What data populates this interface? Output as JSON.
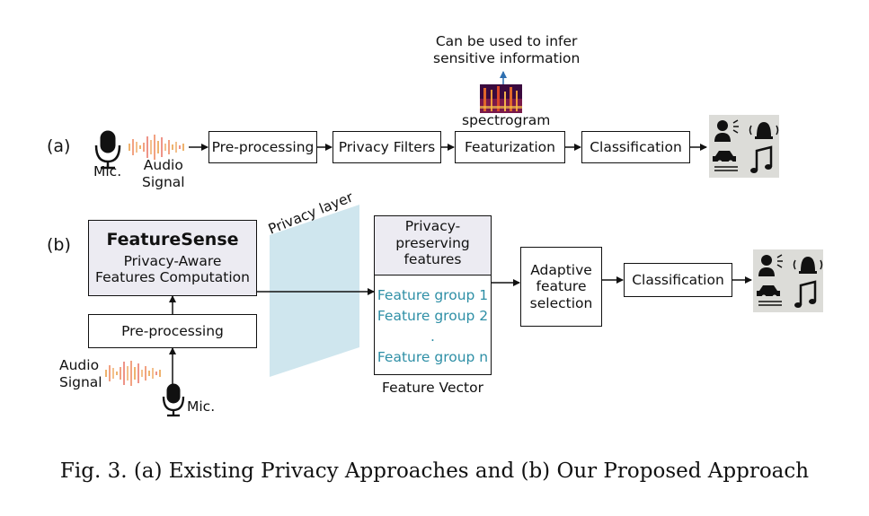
{
  "row_a": {
    "label": "(a)",
    "mic": "Mic.",
    "audio_signal_1": "Audio",
    "audio_signal_2": "Signal",
    "preprocessing": "Pre-processing",
    "privacy_filters": "Privacy Filters",
    "featurization": "Featurization",
    "classification": "Classification",
    "spectrogram": "spectrogram",
    "infer_1": "Can be used to infer",
    "infer_2": "sensitive information"
  },
  "row_b": {
    "label": "(b)",
    "featuresense_title": "FeatureSense",
    "featuresense_sub_1": "Privacy-Aware",
    "featuresense_sub_2": "Features Computation",
    "preprocessing": "Pre-processing",
    "audio_signal_1": "Audio",
    "audio_signal_2": "Signal",
    "mic": "Mic.",
    "privacy_layer": "Privacy layer",
    "ppf_header_1": "Privacy-",
    "ppf_header_2": "preserving",
    "ppf_header_3": "features",
    "feature_groups": [
      "Feature group 1",
      "Feature group 2",
      ".",
      "Feature group n"
    ],
    "feature_vector": "Feature Vector",
    "adaptive_1": "Adaptive",
    "adaptive_2": "feature",
    "adaptive_3": "selection",
    "classification": "Classification"
  },
  "caption": "Fig. 3.  (a) Existing Privacy Approaches and (b) Our Proposed Approach",
  "colors": {
    "teal_text": "#2e8fa6",
    "privacy_layer": "#cfe6ee",
    "header_fill": "#ecebf2",
    "icon_panel": "#dcdcd8"
  },
  "icons": [
    "microphone-icon",
    "waveform-icon",
    "speaking-person-icon",
    "alarm-icon",
    "car-icon",
    "music-icon"
  ]
}
